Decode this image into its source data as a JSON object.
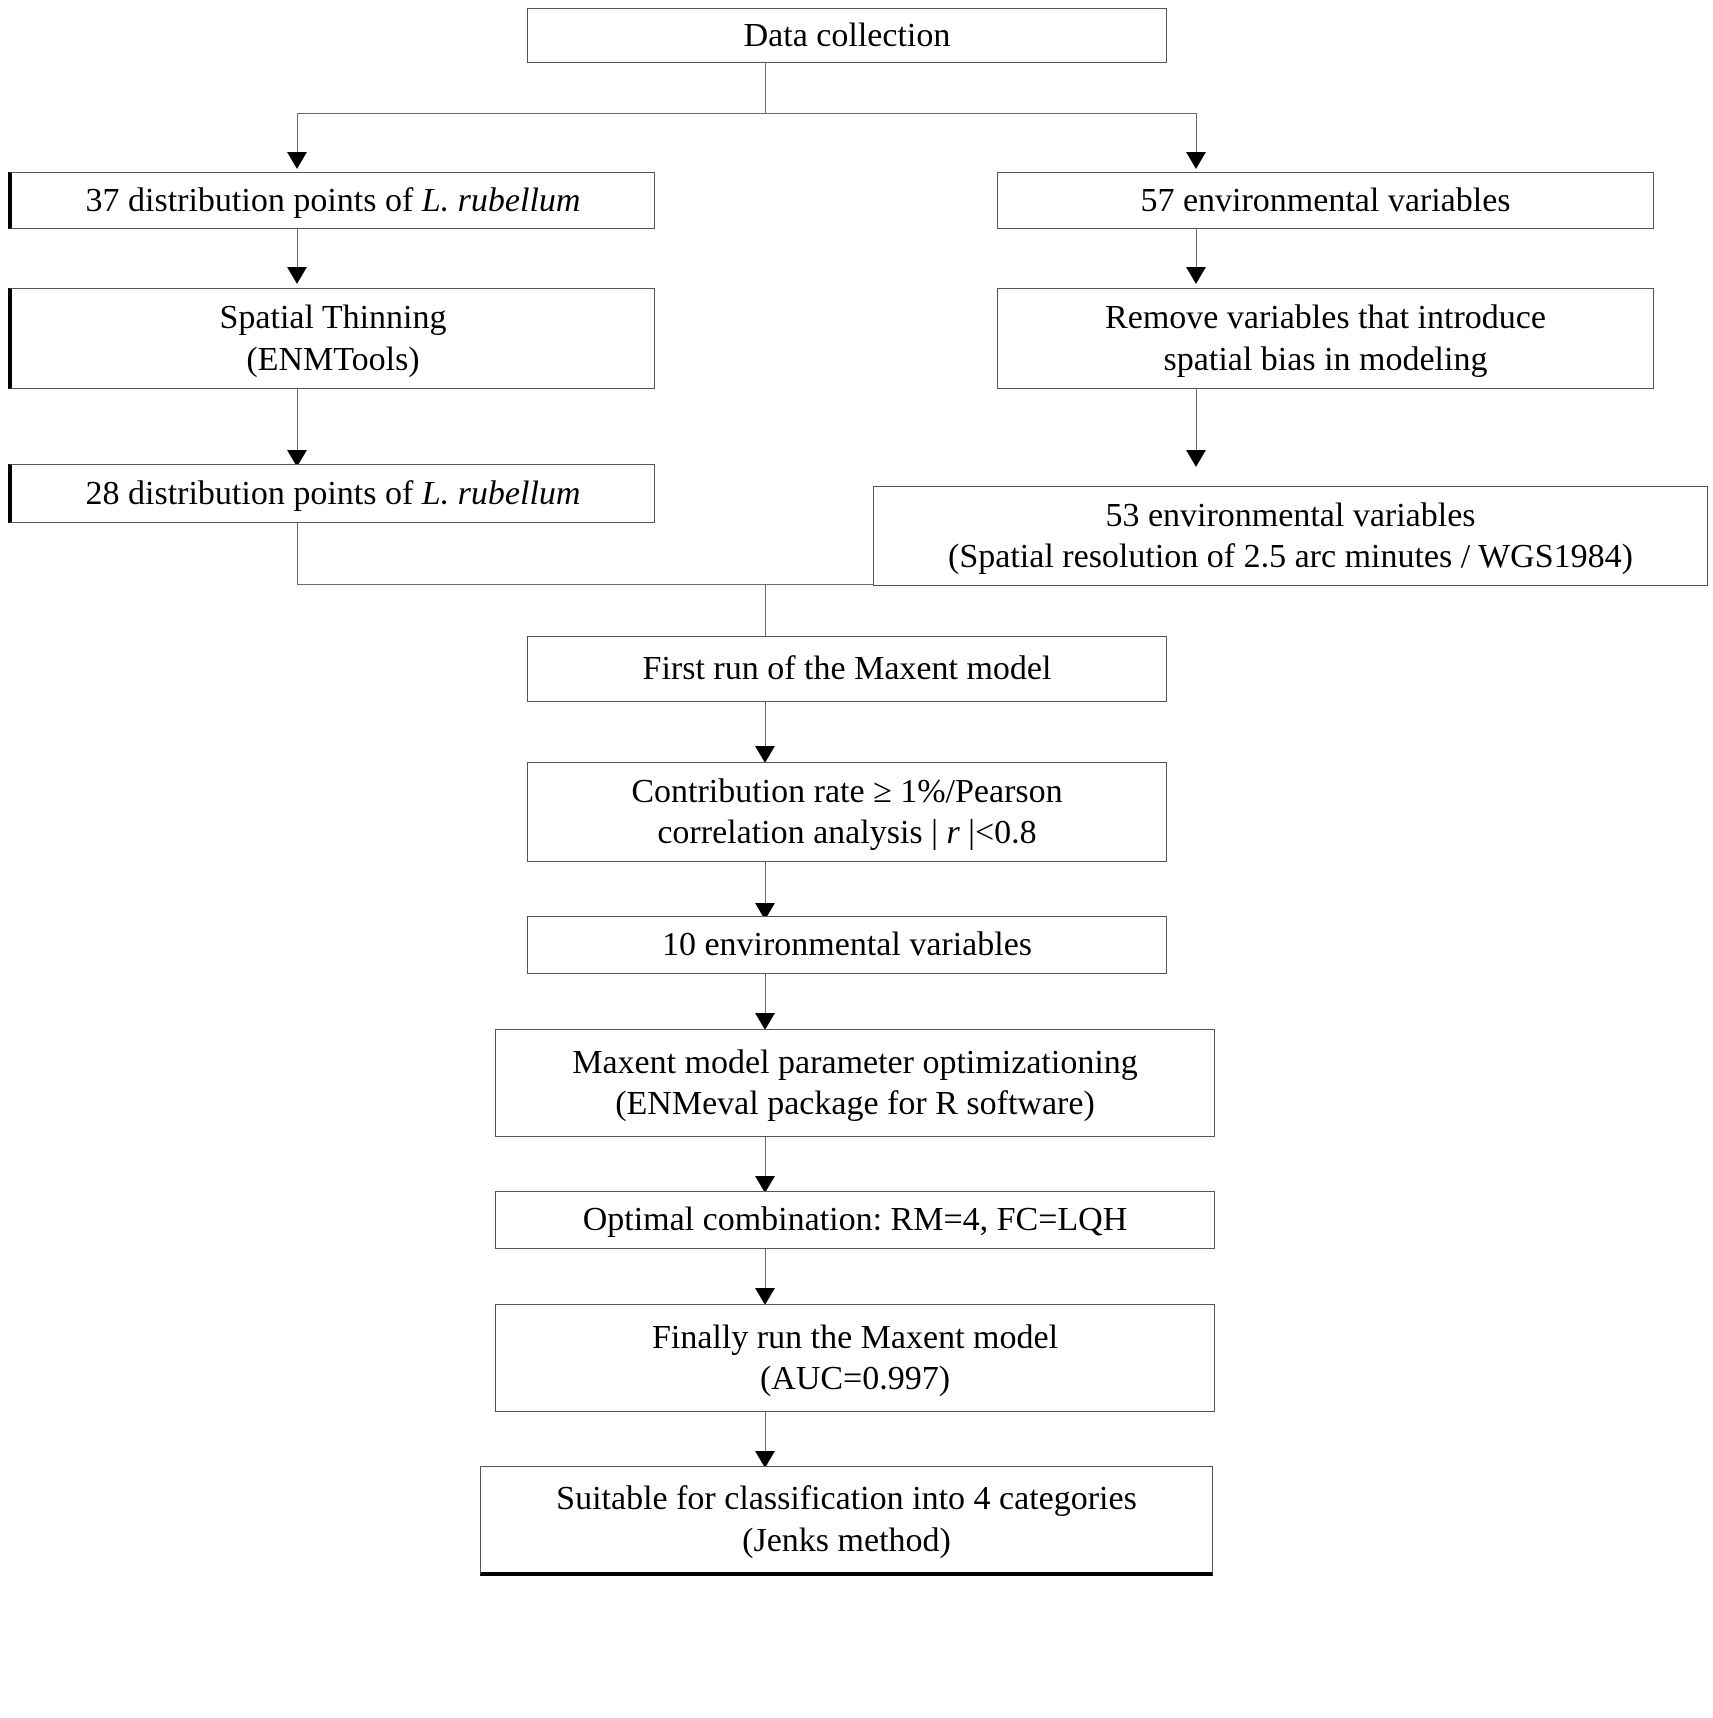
{
  "diagram": {
    "title": "Maxent species distribution modeling workflow",
    "type": "flowchart",
    "nodes": [
      {
        "id": "data-collection",
        "lines": [
          {
            "text": "Data collection",
            "style": "normal"
          }
        ]
      },
      {
        "id": "points-37",
        "lines": [
          {
            "text": "37 distribution points of ",
            "style": "normal"
          },
          {
            "text": "L. rubellum",
            "style": "italic"
          }
        ]
      },
      {
        "id": "env-57",
        "lines": [
          {
            "text": "57 environmental variables",
            "style": "normal"
          }
        ]
      },
      {
        "id": "spatial-thinning",
        "lines": [
          {
            "text": "Spatial Thinning",
            "style": "normal"
          },
          {
            "text": "(ENMTools)",
            "style": "normal"
          }
        ]
      },
      {
        "id": "remove-variables",
        "lines": [
          {
            "text": "Remove variables that introduce",
            "style": "normal"
          },
          {
            "text": "spatial bias in modeling",
            "style": "normal"
          }
        ]
      },
      {
        "id": "points-28",
        "lines": [
          {
            "text": "28 distribution points of ",
            "style": "normal"
          },
          {
            "text": "L. rubellum",
            "style": "italic"
          }
        ]
      },
      {
        "id": "env-53",
        "lines": [
          {
            "text": "53 environmental variables",
            "style": "normal"
          },
          {
            "text": "(Spatial resolution of 2.5 arc minutes / WGS1984)",
            "style": "normal"
          }
        ]
      },
      {
        "id": "first-run",
        "lines": [
          {
            "text": "First run of the Maxent model",
            "style": "normal"
          }
        ]
      },
      {
        "id": "contribution-rate",
        "lines": [
          {
            "text": "Contribution rate ≥ 1%/Pearson",
            "style": "normal"
          },
          {
            "text": "correlation analysis | r |<0.8",
            "style": "mixed-italic-r"
          }
        ]
      },
      {
        "id": "env-10",
        "lines": [
          {
            "text": "10 environmental variables",
            "style": "normal"
          }
        ]
      },
      {
        "id": "parameter-optimizing",
        "lines": [
          {
            "text": "Maxent model parameter optimizationing",
            "style": "normal"
          },
          {
            "text": "(ENMeval package for R software)",
            "style": "normal"
          }
        ]
      },
      {
        "id": "optimal-combination",
        "lines": [
          {
            "text": "Optimal combination: RM=4, FC=LQH",
            "style": "normal"
          }
        ]
      },
      {
        "id": "final-run",
        "lines": [
          {
            "text": "Finally run the Maxent model",
            "style": "normal"
          },
          {
            "text": "(AUC=0.997)",
            "style": "normal"
          }
        ]
      },
      {
        "id": "classification",
        "lines": [
          {
            "text": "Suitable for classification into 4 categories",
            "style": "normal"
          },
          {
            "text": "(Jenks method)",
            "style": "normal"
          }
        ]
      }
    ],
    "text": {
      "data_collection": "Data collection",
      "points_37_prefix": "37 distribution points of ",
      "species_name": "L. rubellum",
      "env_57": "57 environmental variables",
      "spatial_thinning_l1": "Spatial Thinning",
      "spatial_thinning_l2": "(ENMTools)",
      "remove_vars_l1": "Remove variables that introduce",
      "remove_vars_l2": "spatial bias in modeling",
      "points_28_prefix": "28 distribution points of ",
      "env_53_l1": "53 environmental variables",
      "env_53_l2": "(Spatial resolution of 2.5 arc minutes / WGS1984)",
      "first_run": "First run of the Maxent model",
      "contribution_l1": "Contribution rate ≥ 1%/Pearson",
      "contribution_l2_a": "correlation analysis | ",
      "contribution_l2_r": "r",
      "contribution_l2_b": " |<0.8",
      "env_10": "10 environmental variables",
      "param_opt_l1": "Maxent model parameter optimizationing",
      "param_opt_l2": "(ENMeval package for R software)",
      "optimal_combination": "Optimal combination: RM=4, FC=LQH",
      "final_run_l1": "Finally run the Maxent model",
      "final_run_l2": "(AUC=0.997)",
      "classification_l1": "Suitable for classification into 4 categories",
      "classification_l2": "(Jenks method)"
    },
    "colors": {
      "background": "#ffffff",
      "box_border": "#555555",
      "connector": "#6a6a6a",
      "text": "#000000",
      "arrowhead": "#000000"
    }
  }
}
